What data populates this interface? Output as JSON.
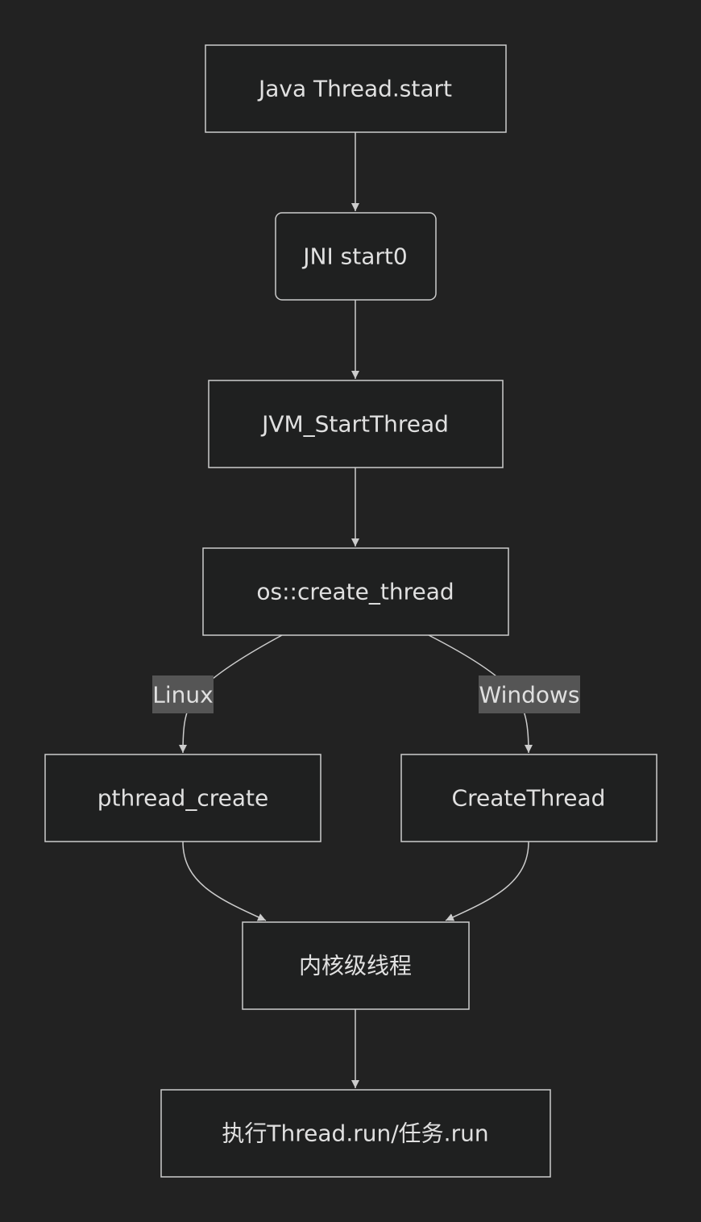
{
  "colors": {
    "background": "#222222",
    "node_fill": "#1f2020",
    "node_stroke": "#cccccc",
    "text": "#e0e0e0",
    "edge": "#cccccc",
    "edge_label_fill": "#555555"
  },
  "diagram": {
    "nodes": [
      {
        "id": "java_thread_start",
        "label": "Java Thread.start"
      },
      {
        "id": "jni_start0",
        "label": "JNI start0"
      },
      {
        "id": "jvm_startthread",
        "label": "JVM_StartThread"
      },
      {
        "id": "os_create_thread",
        "label": "os::create_thread"
      },
      {
        "id": "pthread_create",
        "label": "pthread_create"
      },
      {
        "id": "createthread",
        "label": "CreateThread"
      },
      {
        "id": "kernel_thread",
        "label": "内核级线程"
      },
      {
        "id": "run_task",
        "label": "执行Thread.run/任务.run"
      }
    ],
    "edges": [
      {
        "from": "java_thread_start",
        "to": "jni_start0",
        "label": ""
      },
      {
        "from": "jni_start0",
        "to": "jvm_startthread",
        "label": ""
      },
      {
        "from": "jvm_startthread",
        "to": "os_create_thread",
        "label": ""
      },
      {
        "from": "os_create_thread",
        "to": "pthread_create",
        "label": "Linux"
      },
      {
        "from": "os_create_thread",
        "to": "createthread",
        "label": "Windows"
      },
      {
        "from": "pthread_create",
        "to": "kernel_thread",
        "label": ""
      },
      {
        "from": "createthread",
        "to": "kernel_thread",
        "label": ""
      },
      {
        "from": "kernel_thread",
        "to": "run_task",
        "label": ""
      }
    ]
  }
}
